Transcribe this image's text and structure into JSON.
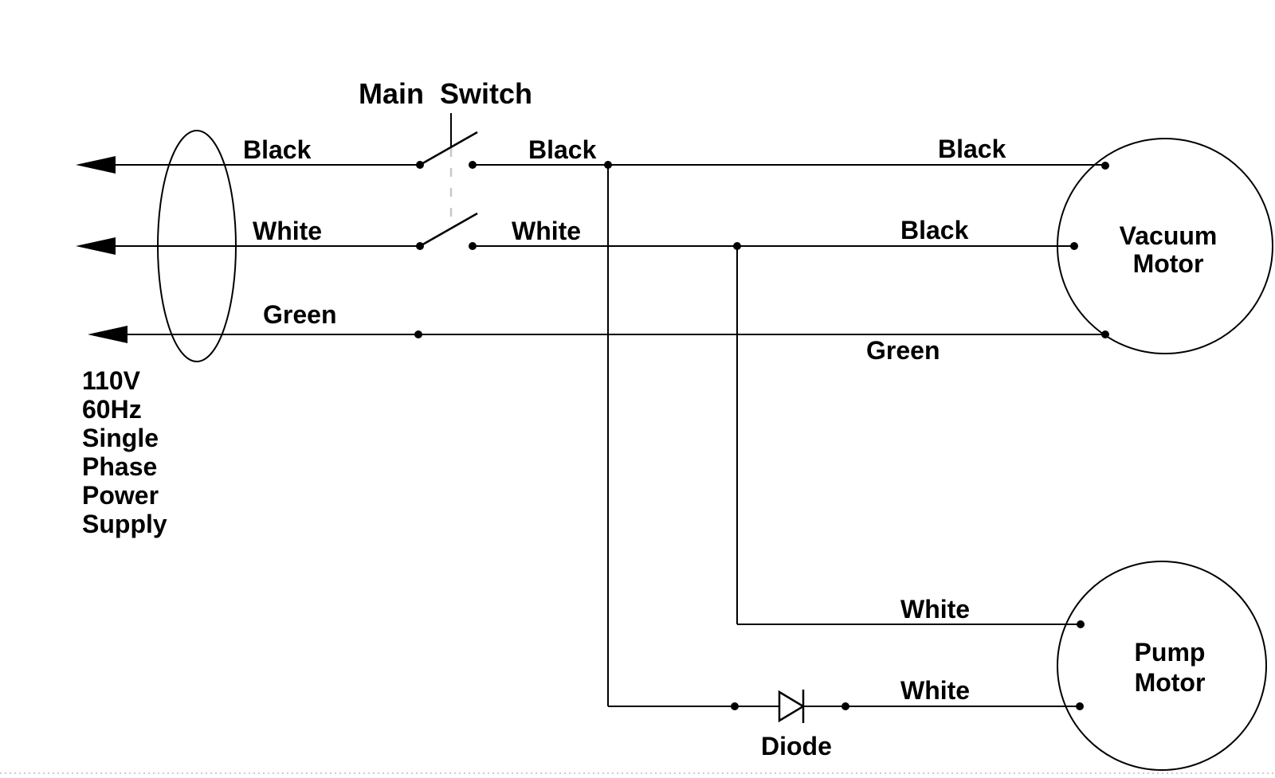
{
  "diagram": {
    "main_switch_label": "Main Switch",
    "power_supply_lines": [
      "110V",
      "60Hz",
      "Single",
      "Phase",
      "Power",
      "Supply"
    ],
    "labels": {
      "left_line1": "Black",
      "left_line2": "White",
      "left_line3": "Green",
      "mid_line1": "Black",
      "mid_line2": "White",
      "right_line1": "Black",
      "right_line2": "Black",
      "right_line3": "Green",
      "pump_line1": "White",
      "pump_line2": "White",
      "diode": "Diode"
    },
    "vacuum_motor": {
      "line1": "Vacuum",
      "line2": "Motor"
    },
    "pump_motor": {
      "line1": "Pump",
      "line2": "Motor"
    },
    "colors": {
      "wire": "#000000",
      "background": "#ffffff",
      "switch_link_dash": "#c8c8c8",
      "bottom_edge_dots": "#d6c6d0"
    }
  }
}
